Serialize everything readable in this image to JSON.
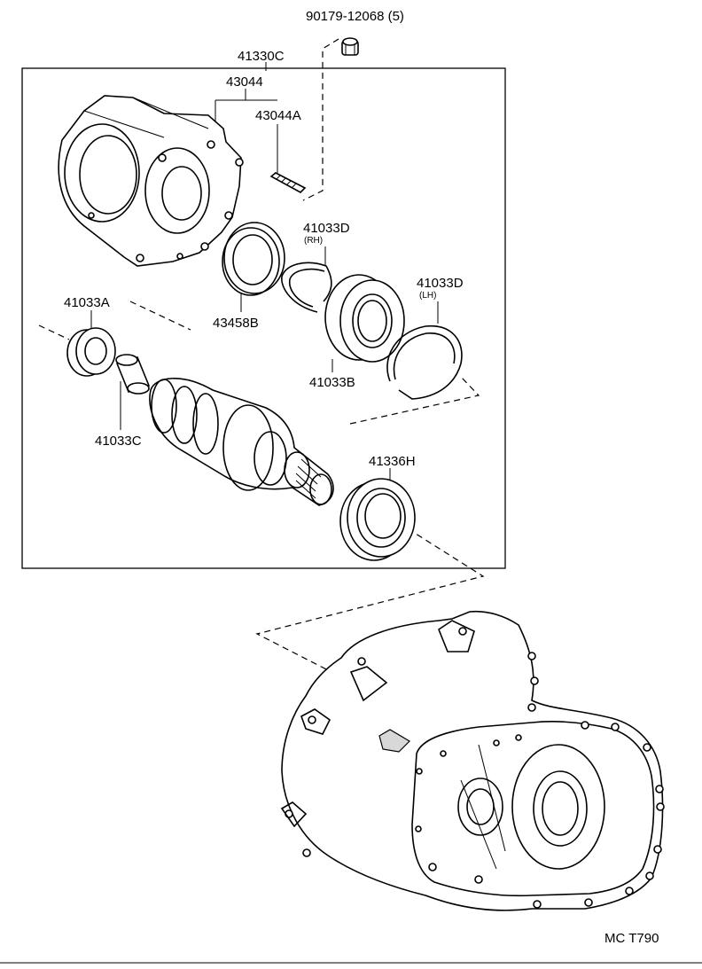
{
  "labels": {
    "bolt": "90179-12068 (5)",
    "assembly": "41330C",
    "case": "43044",
    "stud": "43044A",
    "snap_ring_rh": "41033D",
    "rh": "(RH)",
    "oil_seal_b": "43458B",
    "snap_ring_lh": "41033D",
    "lh": "(LH)",
    "bearing_b": "41033B",
    "bearing_a": "41033A",
    "bearing_c": "41033C",
    "oil_seal_h": "41336H",
    "footer": "MC T790"
  }
}
